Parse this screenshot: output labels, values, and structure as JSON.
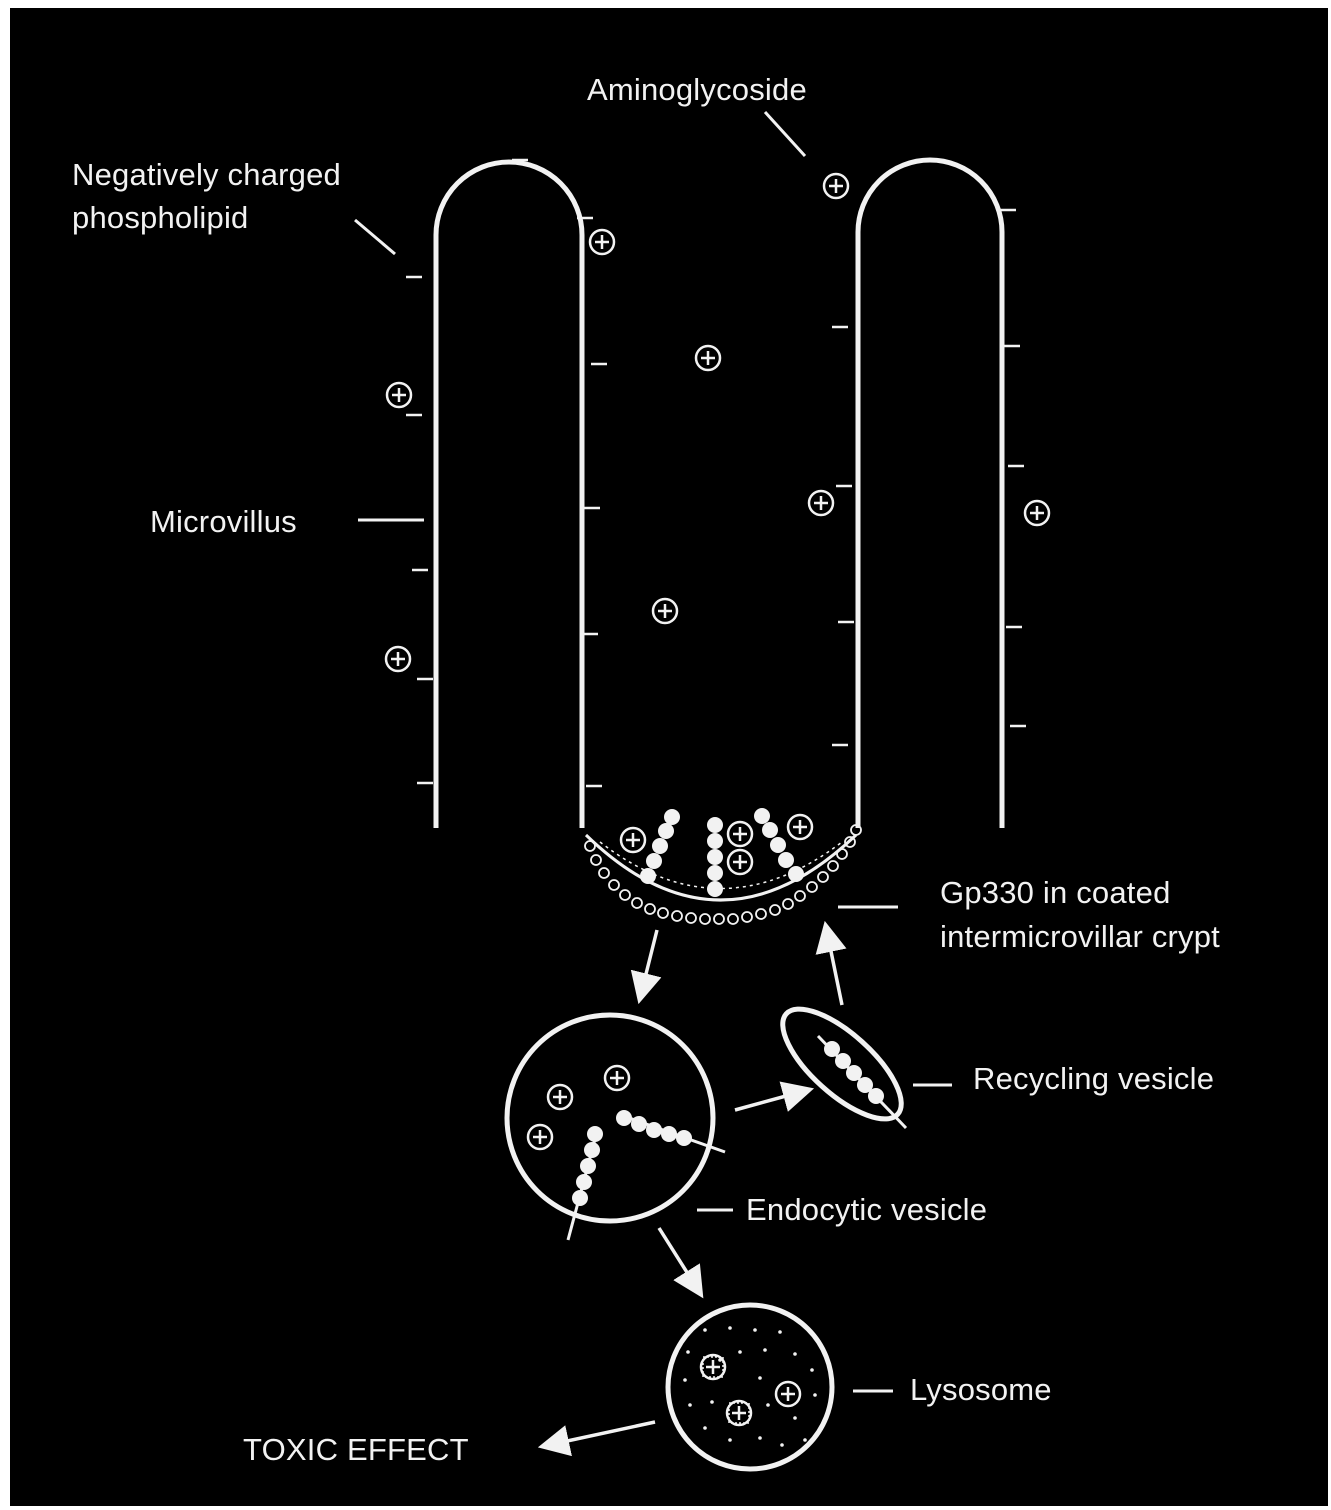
{
  "labels": {
    "aminoglycoside": "Aminoglycoside",
    "phospholipid_line1": "Negatively charged",
    "phospholipid_line2": "phospholipid",
    "microvillus": "Microvillus",
    "gp330_line1": "Gp330 in coated",
    "gp330_line2": "intermicrovillar crypt",
    "recycling_vesicle": "Recycling vesicle",
    "endocytic_vesicle": "Endocytic vesicle",
    "lysosome": "Lysosome",
    "toxic_effect": "TOXIC EFFECT"
  },
  "colors": {
    "background": "#000000",
    "foreground": "#f2f2f2",
    "frame": "#ffffff"
  }
}
